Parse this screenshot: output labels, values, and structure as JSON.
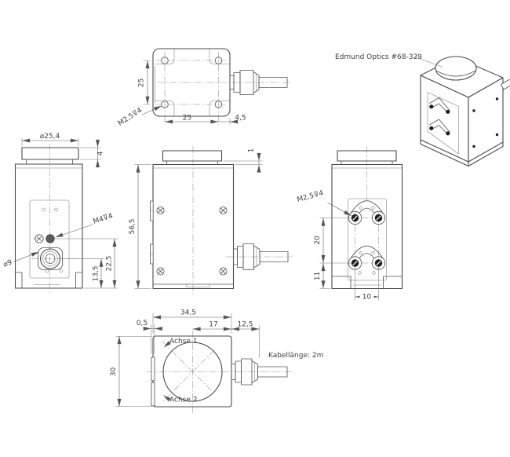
{
  "part_label": "Edmund Optics #68-329",
  "cable_note": "Kabellänge: 2m",
  "top_view": {
    "thread": "M2,5⊽4",
    "pitch_vertical": "25",
    "pitch_horizontal": "25",
    "cable_offset": "4,5"
  },
  "left_view": {
    "lens_diameter": "⌀25,4",
    "lens_height": "4",
    "thread": "M4⊽4",
    "connector_diameter": "⌀9",
    "connector_height": "13,5",
    "thread_height": "22,5"
  },
  "front_view": {
    "body_height": "56,5",
    "lip_height": "1"
  },
  "right_view": {
    "thread": "M2,5⊽4",
    "clamp_spacing": "20",
    "clamp_bottom_offset": "11",
    "hole_spacing": "10"
  },
  "bottom_view": {
    "body_width": "34,5",
    "tab_offset": "0,5",
    "lens_center_offset": "17",
    "cable_gland_length": "12,5",
    "body_depth": "30",
    "axis1_label": "Achse 1",
    "axis2_label": "Achse 2"
  }
}
